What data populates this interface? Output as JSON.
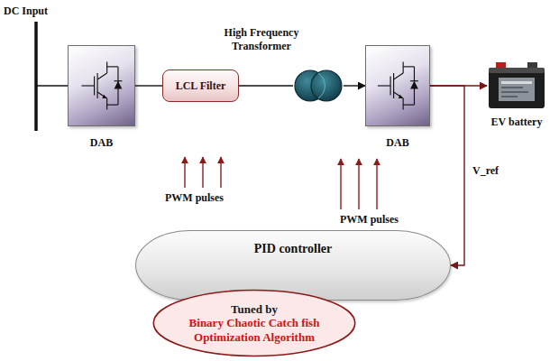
{
  "diagram": {
    "nodes": [
      {
        "text": [
          "DAB"
        ]
      },
      {
        "text": [
          "LCL Filter"
        ]
      },
      {
        "text": [
          "High Frequency Transformer"
        ]
      },
      {
        "text": [
          "DAB"
        ]
      },
      {
        "text": [
          "EV battery"
        ]
      },
      {
        "text": [
          "PID controller"
        ]
      },
      {
        "text": [
          "Tuned by",
          "Binary Chaotic Catch fish Optimization Algorithm"
        ]
      }
    ],
    "edges": [
      {
        "from": 0,
        "to": 1,
        "arrow": "none"
      },
      {
        "from": 1,
        "to": 2,
        "arrow": "none"
      },
      {
        "from": 2,
        "to": 3,
        "arrow": "to"
      },
      {
        "from": 3,
        "to": 4,
        "arrow": "to"
      },
      {
        "from": 3,
        "to": 5,
        "arrow": "to",
        "label": "V_ref"
      }
    ],
    "labels": [
      "DC Input",
      "PWM pulses",
      "PWM pulses"
    ]
  }
}
